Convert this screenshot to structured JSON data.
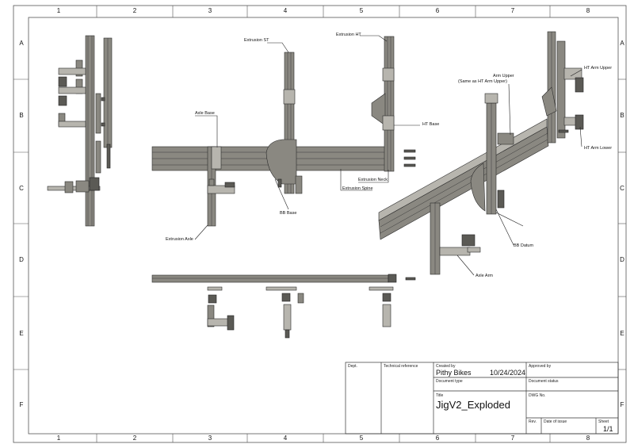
{
  "zones": {
    "columns": [
      "1",
      "2",
      "3",
      "4",
      "5",
      "6",
      "7",
      "8"
    ],
    "rows": [
      "A",
      "B",
      "C",
      "D",
      "E",
      "F"
    ]
  },
  "callouts": {
    "extrusion_st": "Extrusion ST",
    "extrusion_ht": "Extrusion HT",
    "axle_base": "Axle Base",
    "ht_base": "HT Base",
    "extrusion_neck": "Extrusion Neck",
    "extrusion_spine": "Extrusion Spine",
    "bb_base": "BB Base",
    "extrusion_axle": "Extrusion Axle",
    "arm_upper": "Arm Upper",
    "arm_upper_note": "(Same as HT Arm Upper)",
    "ht_arm_upper": "HT Arm Upper",
    "ht_arm_lower": "HT Arm Lower",
    "bb_datum": "BB Datum",
    "axle_arm": "Axle Arm"
  },
  "title_block": {
    "dept_label": "Dept.",
    "tech_ref_label": "Technical reference",
    "created_by_label": "Created by",
    "created_by": "Pithy Bikes",
    "created_date": "10/24/2024",
    "approved_by_label": "Approved by",
    "doc_type_label": "Document type",
    "doc_status_label": "Document status",
    "title_label": "Title",
    "title": "JigV2_Exploded",
    "dwg_no_label": "DWG No.",
    "rev_label": "Rev.",
    "date_of_issue_label": "Date of issue",
    "sheet_label": "Sheet",
    "sheet": "1/1"
  }
}
